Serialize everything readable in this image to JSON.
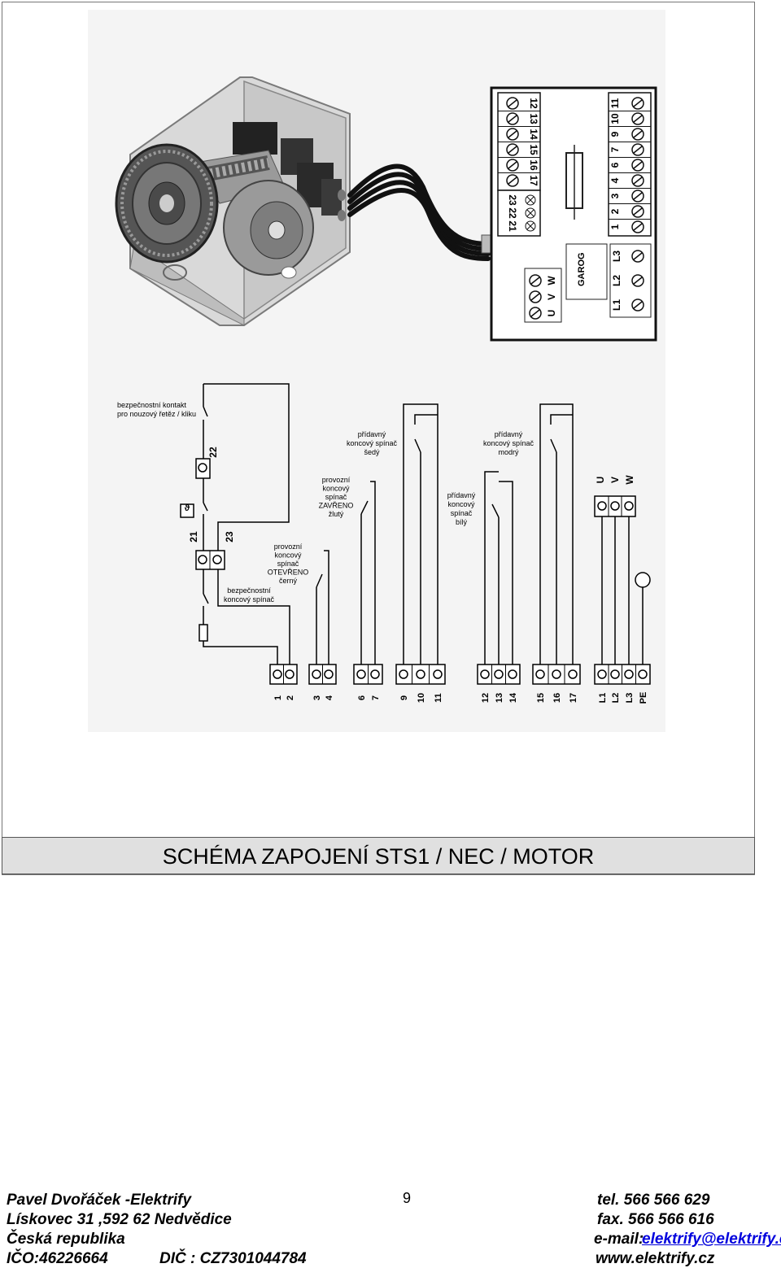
{
  "diagram": {
    "board_terminals_top": [
      "12",
      "13",
      "14",
      "15",
      "16",
      "17"
    ],
    "board_terminals_bottom": [
      "1",
      "2",
      "3",
      "4",
      "6",
      "7",
      "9",
      "10",
      "11"
    ],
    "board_terminals_safety": [
      "23",
      "22",
      "21"
    ],
    "board_label_garog": "GAROG",
    "board_motor_labels": [
      "U",
      "V",
      "W"
    ],
    "board_supply_labels": [
      "L1",
      "L2",
      "L3"
    ],
    "labels": {
      "safety_contact": [
        "bezpečnostní kontakt",
        "pro nouzový řetěz / kliku"
      ],
      "aux_switch_grey": [
        "přídavný",
        "koncový spínač",
        "šedý"
      ],
      "aux_switch_blue": [
        "přídavný",
        "koncový spínač",
        "modrý"
      ],
      "op_switch_closed": [
        "provozní",
        "koncový",
        "spínač",
        "ZAVŘENO",
        "žlutý"
      ],
      "aux_switch_white": [
        "přídavný",
        "koncový",
        "spínač",
        "bílý"
      ],
      "op_switch_open": [
        "provozní",
        "koncový",
        "spínač",
        "OTEVŘENO",
        "černý"
      ],
      "safety_limit_switch": [
        "bezpečnostní",
        "koncový spínač"
      ]
    },
    "motor_labels": [
      "U",
      "V",
      "W"
    ],
    "term_21": "21",
    "term_22": "22",
    "term_23": "23",
    "terminal_groups": [
      {
        "labels": [
          "1",
          "2"
        ]
      },
      {
        "labels": [
          "3",
          "4"
        ]
      },
      {
        "labels": [
          "6",
          "7"
        ]
      },
      {
        "labels": [
          "9",
          "10",
          "11"
        ]
      },
      {
        "labels": [
          "12",
          "13",
          "14"
        ]
      },
      {
        "labels": [
          "15",
          "16",
          "17"
        ]
      },
      {
        "labels": [
          "L1",
          "L2",
          "L3",
          "PE"
        ]
      }
    ]
  },
  "title": "SCHÉMA ZAPOJENÍ STS1 / NEC / MOTOR",
  "footer": {
    "name": "Pavel Dvořáček -Elektrify",
    "address": "Lískovec 31 ,592 62 Nedvědice",
    "country": "Česká republika",
    "ico": "IČO:46226664",
    "dic": "DIČ : CZ7301044784",
    "page_number": "9",
    "tel": "tel. 566 566 629",
    "fax": "fax. 566 566 616",
    "email_label": "e-mail:",
    "email": "elektrify@elektrify.cz",
    "web": "www.elektrify.cz"
  }
}
